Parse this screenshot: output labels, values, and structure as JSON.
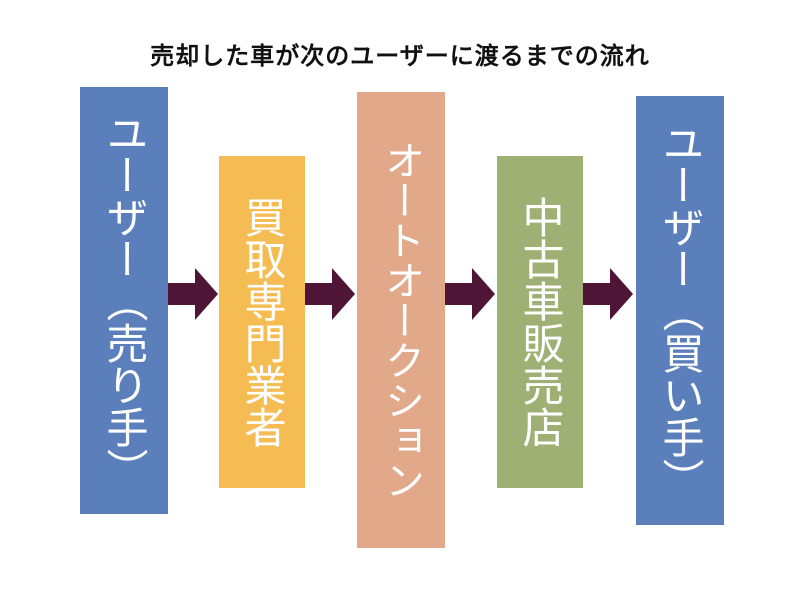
{
  "title": "売却した車が次のユーザーに渡るまでの流れ",
  "nodes": [
    {
      "id": "seller",
      "label": "ユーザー（売り手）",
      "color": "#5b7fba"
    },
    {
      "id": "buyback",
      "label": "買取専門業者",
      "color": "#f4bc53"
    },
    {
      "id": "auction",
      "label": "オートオークション",
      "color": "#e1a88a"
    },
    {
      "id": "dealer",
      "label": "中古車販売店",
      "color": "#9fb074"
    },
    {
      "id": "buyer",
      "label": "ユーザー（買い手）",
      "color": "#5b7fba"
    }
  ],
  "edges": [
    {
      "from": "seller",
      "to": "buyback"
    },
    {
      "from": "buyback",
      "to": "auction"
    },
    {
      "from": "auction",
      "to": "dealer"
    },
    {
      "from": "dealer",
      "to": "buyer"
    }
  ],
  "arrow_color": "#4e1537"
}
